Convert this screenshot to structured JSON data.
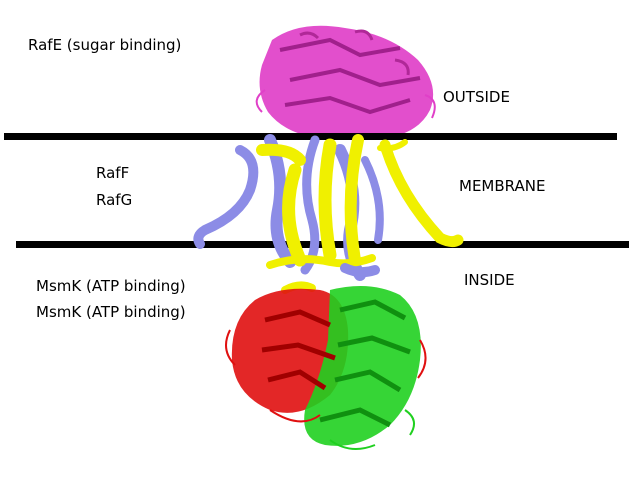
{
  "labels": {
    "rafe": "RafE (sugar binding)",
    "raff": "RafF",
    "rafg": "RafG",
    "msmk_1": "MsmK (ATP binding)",
    "msmk_2": "MsmK (ATP binding)",
    "outside": "OUTSIDE",
    "membrane": "MEMBRANE",
    "inside": "INSIDE"
  },
  "colors": {
    "rafe": "#e040c8",
    "raff_rafg_a": "#8c8ce6",
    "raff_rafg_b": "#f0f000",
    "msmk_a": "#e01010",
    "msmk_b": "#20d020",
    "membrane_line": "#000000"
  }
}
